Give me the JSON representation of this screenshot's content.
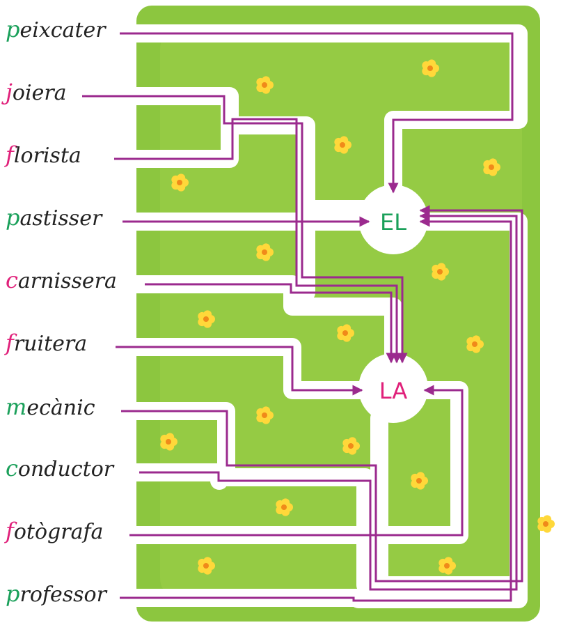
{
  "words": [
    {
      "initial": "p",
      "rest": "eixcater",
      "initial_color": "#1aa05a",
      "target": "EL"
    },
    {
      "initial": "j",
      "rest": "oiera",
      "initial_color": "#e0207a",
      "target": "LA"
    },
    {
      "initial": "f",
      "rest": "lorista",
      "initial_color": "#e0207a",
      "target": "LA"
    },
    {
      "initial": "p",
      "rest": "astisser",
      "initial_color": "#1aa05a",
      "target": "EL"
    },
    {
      "initial": "c",
      "rest": "arnissera",
      "initial_color": "#e0207a",
      "target": "LA"
    },
    {
      "initial": "f",
      "rest": "ruitera",
      "initial_color": "#e0207a",
      "target": "LA"
    },
    {
      "initial": "m",
      "rest": "ecànic",
      "initial_color": "#1aa05a",
      "target": "EL"
    },
    {
      "initial": "c",
      "rest": "onductor",
      "initial_color": "#1aa05a",
      "target": "EL"
    },
    {
      "initial": "f",
      "rest": "otògrafa",
      "initial_color": "#e0207a",
      "target": "LA"
    },
    {
      "initial": "p",
      "rest": "rofessor",
      "initial_color": "#1aa05a",
      "target": "EL"
    }
  ],
  "articles": {
    "el": {
      "label": "EL",
      "color": "#1aa05a"
    },
    "la": {
      "label": "LA",
      "color": "#e0207a"
    }
  },
  "colors": {
    "grass": "#8cc63f",
    "grass_light": "#a6d44d",
    "path": "#ffffff",
    "line": "#9b2a8e",
    "flower": "#ffd83a",
    "flower_center": "#f08a1a"
  }
}
